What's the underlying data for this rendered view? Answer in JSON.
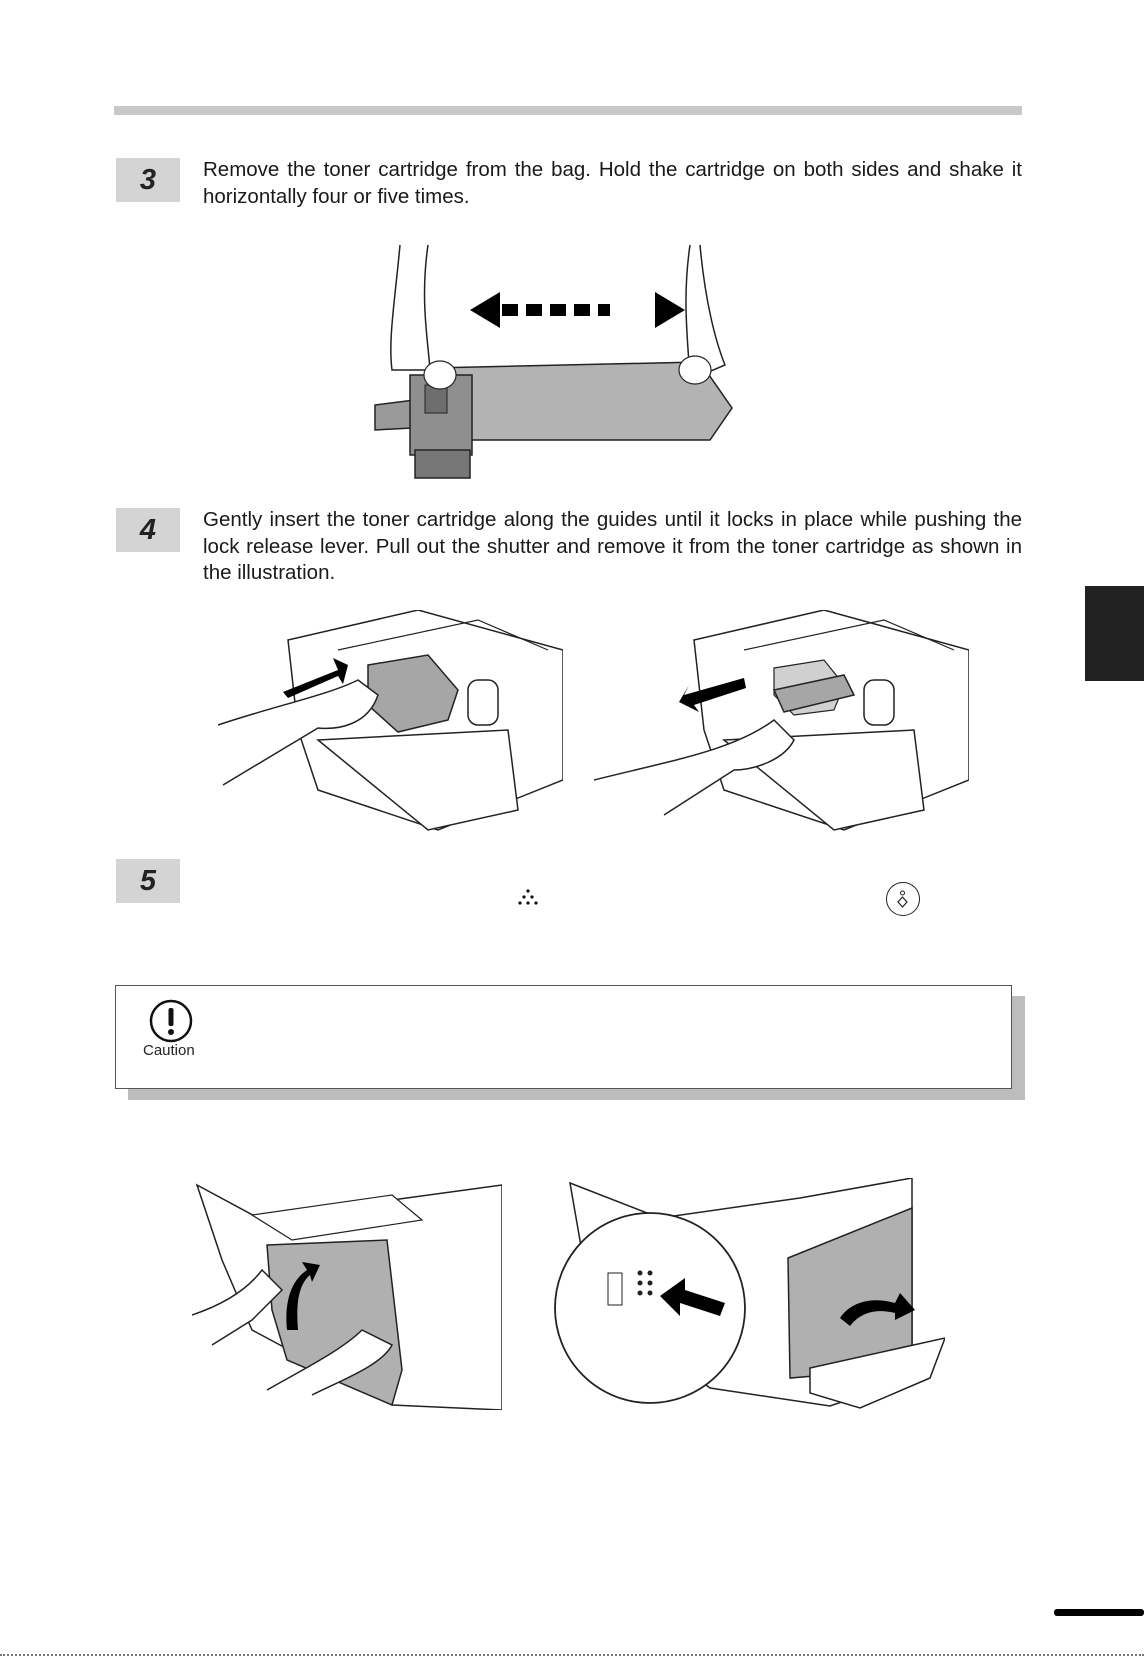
{
  "steps": [
    {
      "number": "3",
      "text": "Remove the toner cartridge from the bag. Hold the cartridge on both sides and shake it horizontally four or five times."
    },
    {
      "number": "4",
      "text": "Gently insert the toner cartridge along the guides until it locks in place while pushing the lock release lever. Pull out the shutter and remove it from the toner cartridge as shown in the illustration."
    },
    {
      "number": "5",
      "text": ""
    }
  ],
  "caution": {
    "label": "Caution"
  },
  "icons": {
    "caution_icon": "exclamation-circle-icon",
    "toner_indicator_icon": "toner-dots-icon",
    "start_button_icon": "start-key-icon"
  }
}
